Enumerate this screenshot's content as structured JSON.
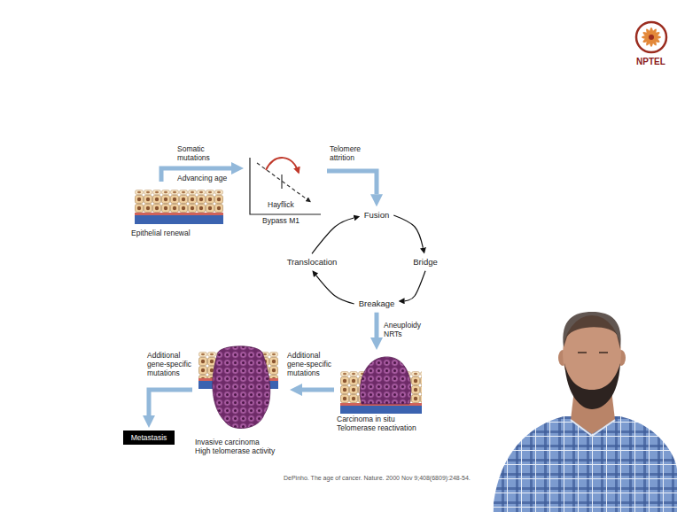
{
  "diagram": {
    "nodes": [
      {
        "text": [
          "Epithelial renewal"
        ]
      },
      {
        "text": [
          "Hayflick",
          "Bypass M1"
        ]
      },
      {
        "text": [
          "Fusion"
        ]
      },
      {
        "text": [
          "Bridge"
        ]
      },
      {
        "text": [
          "Breakage"
        ]
      },
      {
        "text": [
          "Translocation"
        ]
      },
      {
        "text": [
          "Carcinoma in situ",
          "Telomerase reactivation"
        ]
      },
      {
        "text": [
          "Invasive carcinoma",
          "High telomerase activity"
        ]
      },
      {
        "text": [
          "Metastasis"
        ]
      }
    ],
    "edges": [
      {
        "from": 0,
        "to": 1,
        "arrow": "to",
        "label": "Somatic mutations"
      },
      {
        "from": 1,
        "to": 2,
        "arrow": "to",
        "label": "Telomere attrition"
      },
      {
        "from": 2,
        "to": 3,
        "arrow": "to"
      },
      {
        "from": 3,
        "to": 4,
        "arrow": "to"
      },
      {
        "from": 4,
        "to": 5,
        "arrow": "to"
      },
      {
        "from": 5,
        "to": 2,
        "arrow": "to"
      },
      {
        "from": 4,
        "to": 6,
        "arrow": "to",
        "label": "Aneuploidy NRTs"
      },
      {
        "from": 6,
        "to": 7,
        "arrow": "to",
        "label": "Additional gene-specific mutations"
      },
      {
        "from": 7,
        "to": 8,
        "arrow": "to",
        "label": "Additional gene-specific mutations"
      }
    ],
    "labels": [
      "Advancing age",
      "NPTEL",
      "DePinho. The age of cancer. Nature. 2000 Nov 9;408(6809):248-54."
    ]
  }
}
